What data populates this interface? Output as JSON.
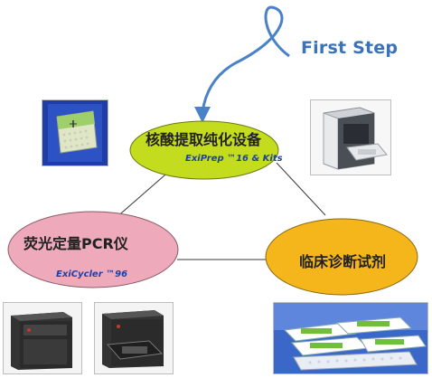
{
  "annotation": {
    "first_step": "First Step"
  },
  "nodes": {
    "extraction": {
      "title": "核酸提取纯化设备",
      "subtitle": "ExiPrep ™16 & Kits"
    },
    "pcr": {
      "title": "荧光定量PCR仪",
      "subtitle": "ExiCycler ™96"
    },
    "diagnostics": {
      "title": "临床诊断试剂"
    }
  },
  "colors": {
    "extraction_fill": "#c4dc1e",
    "pcr_fill": "#eeaabb",
    "diagnostics_fill": "#f5b61c",
    "arrow": "#4a82c8",
    "first_step_text": "#3a73b9",
    "connector": "#3a3a3a"
  },
  "images": [
    {
      "name": "pcr-plate-photo"
    },
    {
      "name": "extraction-instrument-photo"
    },
    {
      "name": "pcr-instrument-closed-photo"
    },
    {
      "name": "pcr-instrument-open-photo"
    },
    {
      "name": "reagent-kits-photo"
    }
  ]
}
